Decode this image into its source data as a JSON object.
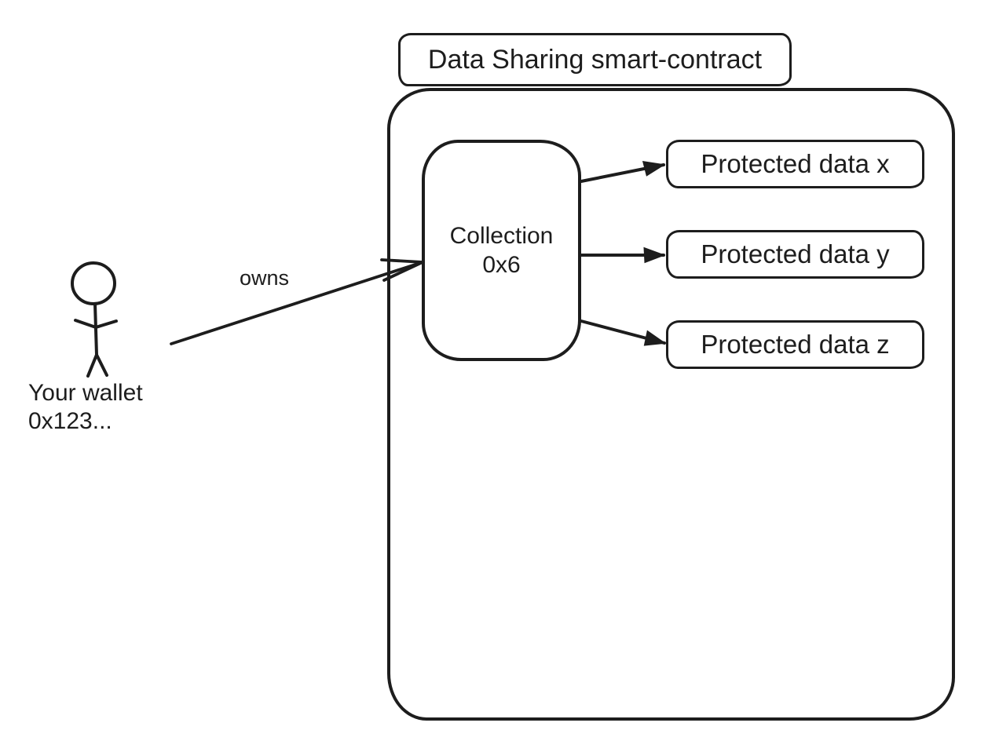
{
  "diagram": {
    "background_color": "#ffffff",
    "stroke_color": "#1d1d1d",
    "title_box": {
      "label": "Data Sharing smart-contract"
    },
    "actor": {
      "name_line1": "Your wallet",
      "name_line2": "0x123..."
    },
    "owns_edge": {
      "label": "owns"
    },
    "collection_box": {
      "label_line1": "Collection",
      "label_line2": "0x6"
    },
    "protected_data_boxes": [
      {
        "label": "Protected data x"
      },
      {
        "label": "Protected data y"
      },
      {
        "label": "Protected data z"
      }
    ]
  }
}
